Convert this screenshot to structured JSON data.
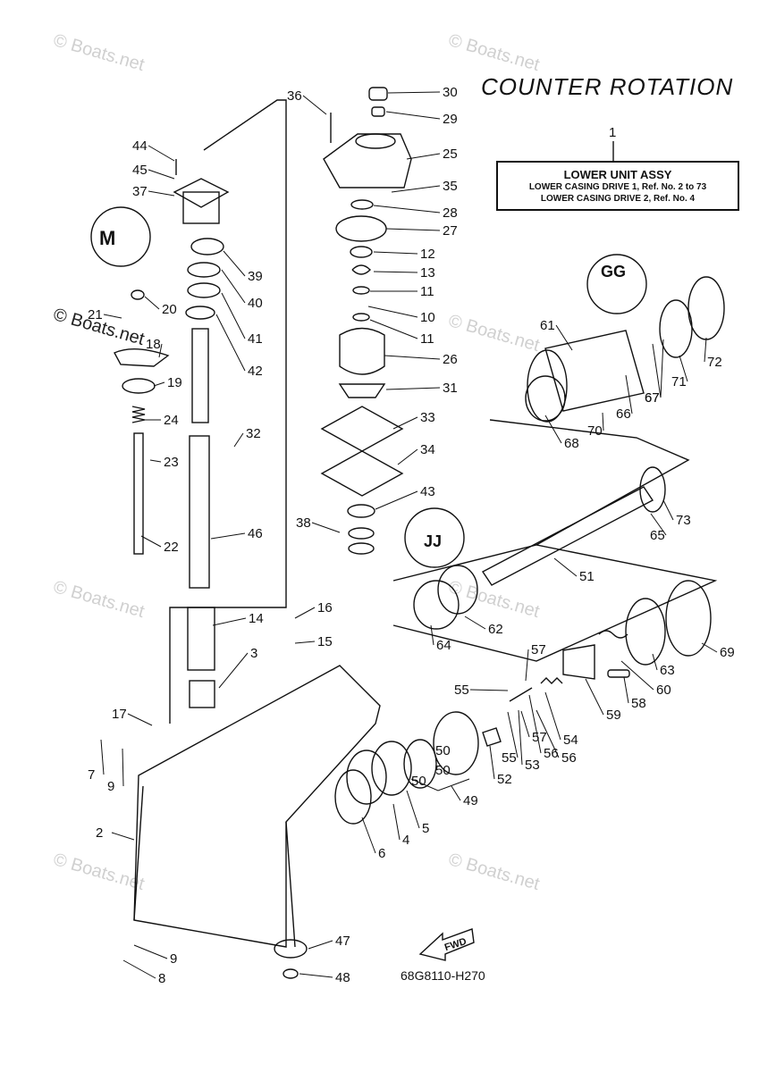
{
  "title": "COUNTER ROTATION",
  "drawing_code": "68G8110-H270",
  "assembly": {
    "ref_number": "1",
    "title": "LOWER UNIT ASSY",
    "lines": [
      "LOWER CASING DRIVE 1,  Ref. No. 2 to 73",
      "LOWER CASING DRIVE 2,  Ref. No. 4"
    ]
  },
  "watermark": "© Boats.net",
  "fwd_label": "FWD",
  "detail_marks": [
    "M",
    "GG",
    "JJ"
  ],
  "part_labels": [
    "1",
    "2",
    "3",
    "4",
    "5",
    "6",
    "7",
    "8",
    "9",
    "9",
    "10",
    "11",
    "11",
    "12",
    "13",
    "14",
    "15",
    "16",
    "17",
    "18",
    "19",
    "20",
    "21",
    "22",
    "23",
    "24",
    "25",
    "26",
    "27",
    "28",
    "29",
    "30",
    "31",
    "32",
    "33",
    "34",
    "35",
    "36",
    "37",
    "38",
    "39",
    "40",
    "41",
    "42",
    "43",
    "44",
    "45",
    "46",
    "47",
    "48",
    "49",
    "50",
    "50",
    "50",
    "51",
    "52",
    "53",
    "54",
    "55",
    "55",
    "56",
    "56",
    "57",
    "57",
    "58",
    "59",
    "60",
    "61",
    "62",
    "63",
    "64",
    "65",
    "66",
    "67",
    "67",
    "68",
    "69",
    "70",
    "71",
    "72",
    "73"
  ],
  "colors": {
    "line": "#111111",
    "watermark": "#d0d0d0"
  }
}
